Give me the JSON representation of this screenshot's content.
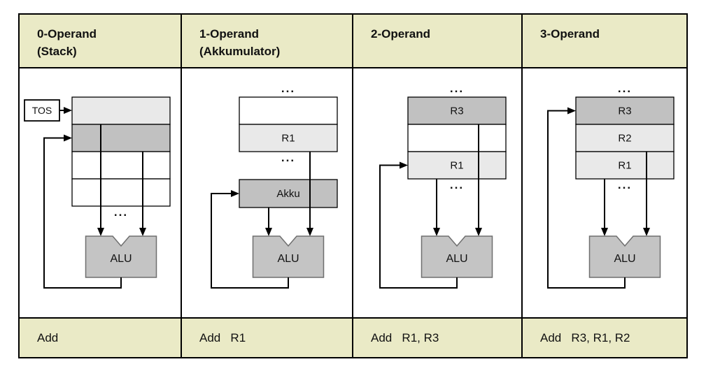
{
  "palette": {
    "header_bg": "#eaeac6",
    "dark_cell": "#c1c1c1",
    "light_cell": "#e9e9e9",
    "white_cell": "#ffffff",
    "alu_fill": "#c4c4c4",
    "alu_border": "#6f6f6f",
    "line_color": "#000000"
  },
  "dots_label": "...",
  "columns": [
    {
      "header": [
        "0-Operand",
        "(Stack)"
      ],
      "instruction": "Add",
      "diagram": {
        "tos_label": "TOS",
        "alu_label": "ALU",
        "dots_top": false,
        "dots_bottom": true,
        "registers": [
          {
            "label": "",
            "shade": "light"
          },
          {
            "label": "",
            "shade": "dark"
          },
          {
            "label": "",
            "shade": "white"
          },
          {
            "label": "",
            "shade": "white"
          }
        ],
        "akku_label": null,
        "sources": [
          {
            "xf": 0.29,
            "from_boundary": 1
          },
          {
            "xf": 0.72,
            "from_boundary": 2
          }
        ],
        "result_row": 1
      }
    },
    {
      "header": [
        "1-Operand",
        "(Akkumulator)"
      ],
      "instruction": "Add   R1",
      "diagram": {
        "tos_label": null,
        "alu_label": "ALU",
        "dots_top": true,
        "dots_bottom": true,
        "registers": [
          {
            "label": "",
            "shade": "white"
          },
          {
            "label": "R1",
            "shade": "light"
          }
        ],
        "akku_label": "Akku",
        "sources": [
          {
            "xf": 0.3,
            "from_akku": true
          },
          {
            "xf": 0.72,
            "from_boundary": 2
          }
        ],
        "result_akku": true
      }
    },
    {
      "header": [
        "2-Operand"
      ],
      "instruction": "Add   R1, R3",
      "diagram": {
        "tos_label": null,
        "alu_label": "ALU",
        "dots_top": true,
        "dots_bottom": true,
        "registers": [
          {
            "label": "R3",
            "shade": "dark"
          },
          {
            "label": "",
            "shade": "white"
          },
          {
            "label": "R1",
            "shade": "light"
          }
        ],
        "akku_label": null,
        "sources": [
          {
            "xf": 0.29,
            "from_boundary": 3
          },
          {
            "xf": 0.72,
            "from_boundary": 1
          }
        ],
        "result_row": 2
      }
    },
    {
      "header": [
        "3-Operand"
      ],
      "instruction": "Add   R3, R1, R2",
      "diagram": {
        "tos_label": null,
        "alu_label": "ALU",
        "dots_top": true,
        "dots_bottom": true,
        "registers": [
          {
            "label": "R3",
            "shade": "dark"
          },
          {
            "label": "R2",
            "shade": "light"
          },
          {
            "label": "R1",
            "shade": "light"
          }
        ],
        "akku_label": null,
        "sources": [
          {
            "xf": 0.29,
            "from_boundary": 3
          },
          {
            "xf": 0.72,
            "from_boundary": 2
          }
        ],
        "result_row": 0
      }
    }
  ]
}
